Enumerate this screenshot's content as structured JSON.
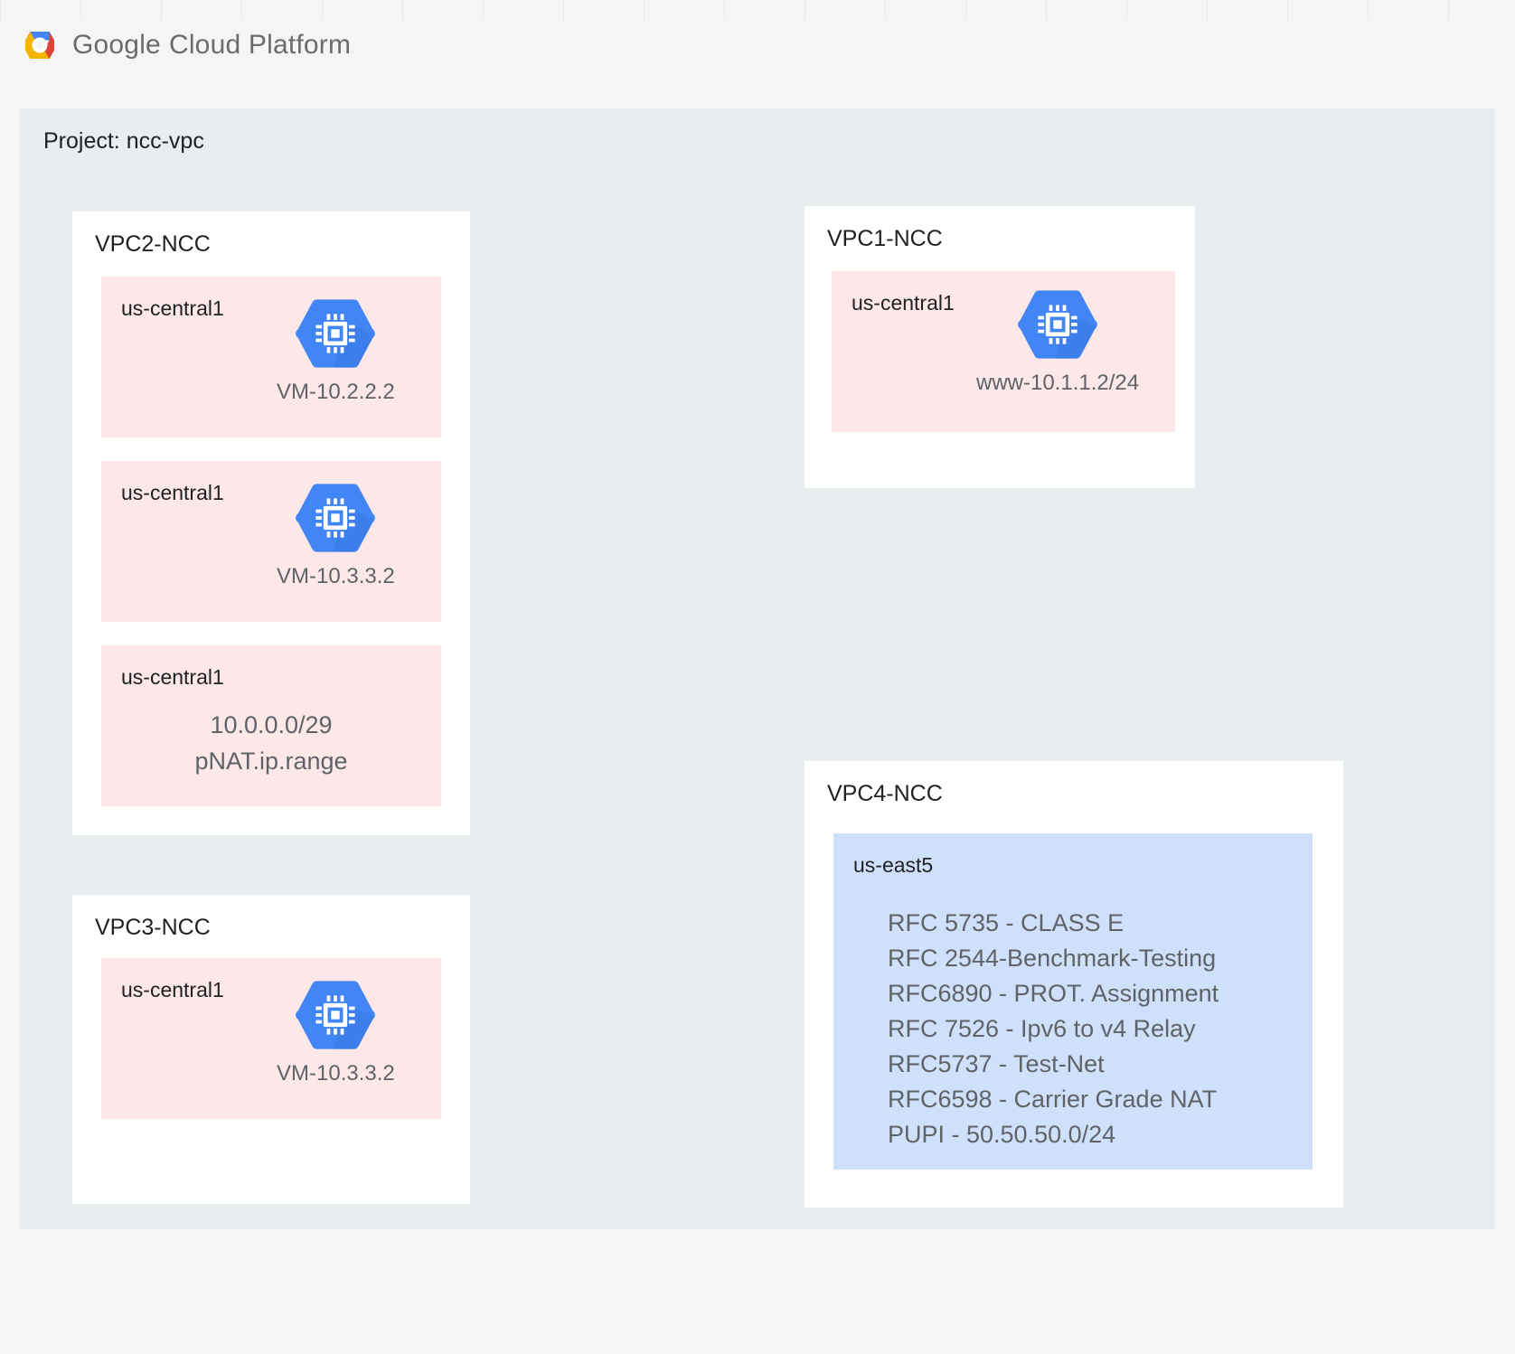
{
  "header": {
    "logo_icon": "google-cloud-platform-logo",
    "brand_primary": "Google",
    "brand_secondary": "Cloud Platform"
  },
  "colors": {
    "page_background": "#f5f5f5",
    "project_frame": "#e8edf0",
    "card_background": "#ffffff",
    "subnet_pink": "#fce8e9",
    "subnet_blue": "#cfe1fa",
    "vm_icon_blue": "#4285f4",
    "text_primary": "#202124",
    "text_secondary": "#5f6368"
  },
  "project": {
    "label": "Project: ncc-vpc"
  },
  "vpcs": [
    {
      "id": "vpc2",
      "title": "VPC2-NCC",
      "subnets": [
        {
          "region": "us-central1",
          "type": "vm",
          "vm_icon": "compute-engine-vm-icon",
          "vm_caption": "VM-10.2.2.2"
        },
        {
          "region": "us-central1",
          "type": "vm",
          "vm_icon": "compute-engine-vm-icon",
          "vm_caption": "VM-10.3.3.2"
        },
        {
          "region": "us-central1",
          "type": "text",
          "line1": "10.0.0.0/29",
          "line2": "pNAT.ip.range"
        }
      ]
    },
    {
      "id": "vpc1",
      "title": "VPC1-NCC",
      "subnets": [
        {
          "region": "us-central1",
          "type": "vm",
          "vm_icon": "compute-engine-vm-icon",
          "vm_caption": "www-10.1.1.2/24"
        }
      ]
    },
    {
      "id": "vpc3",
      "title": "VPC3-NCC",
      "subnets": [
        {
          "region": "us-central1",
          "type": "vm",
          "vm_icon": "compute-engine-vm-icon",
          "vm_caption": "VM-10.3.3.2"
        }
      ]
    },
    {
      "id": "vpc4",
      "title": "VPC4-NCC",
      "subnets": [
        {
          "region": "us-east5",
          "type": "list",
          "entries": [
            "RFC 5735 - CLASS E",
            "RFC 2544-Benchmark-Testing",
            "RFC6890 - PROT. Assignment",
            "RFC 7526 - Ipv6 to v4 Relay",
            "RFC5737 - Test-Net",
            "RFC6598 - Carrier Grade NAT",
            "PUPI - 50.50.50.0/24"
          ]
        }
      ]
    }
  ]
}
